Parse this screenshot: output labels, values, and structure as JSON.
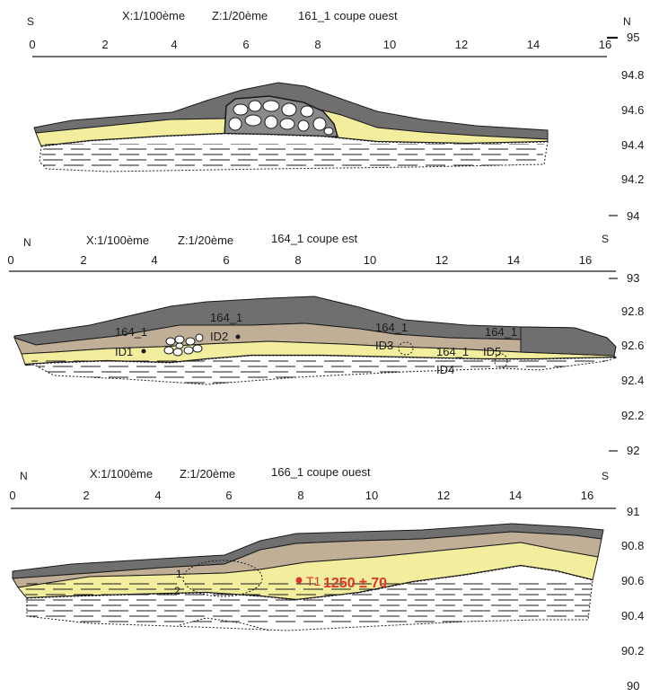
{
  "colors": {
    "dark_grey": "#6f6f6f",
    "brown": "#c0ae96",
    "yellow": "#f3ee9e",
    "red": "#e0332b",
    "line": "#1a1a1a"
  },
  "sections": [
    {
      "left_dir": "S",
      "right_dir": "N",
      "scale_x": "X:1/100ème",
      "scale_z": "Z:1/20ème",
      "title": "161_1 coupe ouest",
      "x_ticks": [
        "0",
        "2",
        "4",
        "6",
        "8",
        "10",
        "12",
        "14",
        "16"
      ],
      "z_ticks": [
        "95",
        "94.8",
        "94.6",
        "94.4",
        "94.2",
        "94"
      ],
      "labels": []
    },
    {
      "left_dir": "N",
      "right_dir": "S",
      "scale_x": "X:1/100ème",
      "scale_z": "Z:1/20ème",
      "title": "164_1 coupe est",
      "x_ticks": [
        "0",
        "2",
        "4",
        "6",
        "8",
        "10",
        "12",
        "14",
        "16"
      ],
      "z_ticks": [
        "93",
        "92.8",
        "92.6",
        "92.4",
        "92.2",
        "92"
      ],
      "labels": [
        {
          "text": "164_1"
        },
        {
          "text": "ID1"
        },
        {
          "text": "164_1"
        },
        {
          "text": "ID2"
        },
        {
          "text": "164_1"
        },
        {
          "text": "ID3"
        },
        {
          "text": "164_1"
        },
        {
          "text": "ID4"
        },
        {
          "text": "164_1"
        },
        {
          "text": "ID5"
        }
      ]
    },
    {
      "left_dir": "N",
      "right_dir": "S",
      "scale_x": "X:1/100ème",
      "scale_z": "Z:1/20ème",
      "title": "166_1 coupe ouest",
      "x_ticks": [
        "0",
        "2",
        "4",
        "6",
        "8",
        "10",
        "12",
        "14",
        "16"
      ],
      "z_ticks": [
        "91",
        "90.8",
        "90.6",
        "90.4",
        "90.2",
        "90"
      ],
      "labels": [
        {
          "text": "1"
        },
        {
          "text": "2"
        },
        {
          "text": "T1"
        },
        {
          "text": "1250 ± 70"
        }
      ]
    }
  ]
}
